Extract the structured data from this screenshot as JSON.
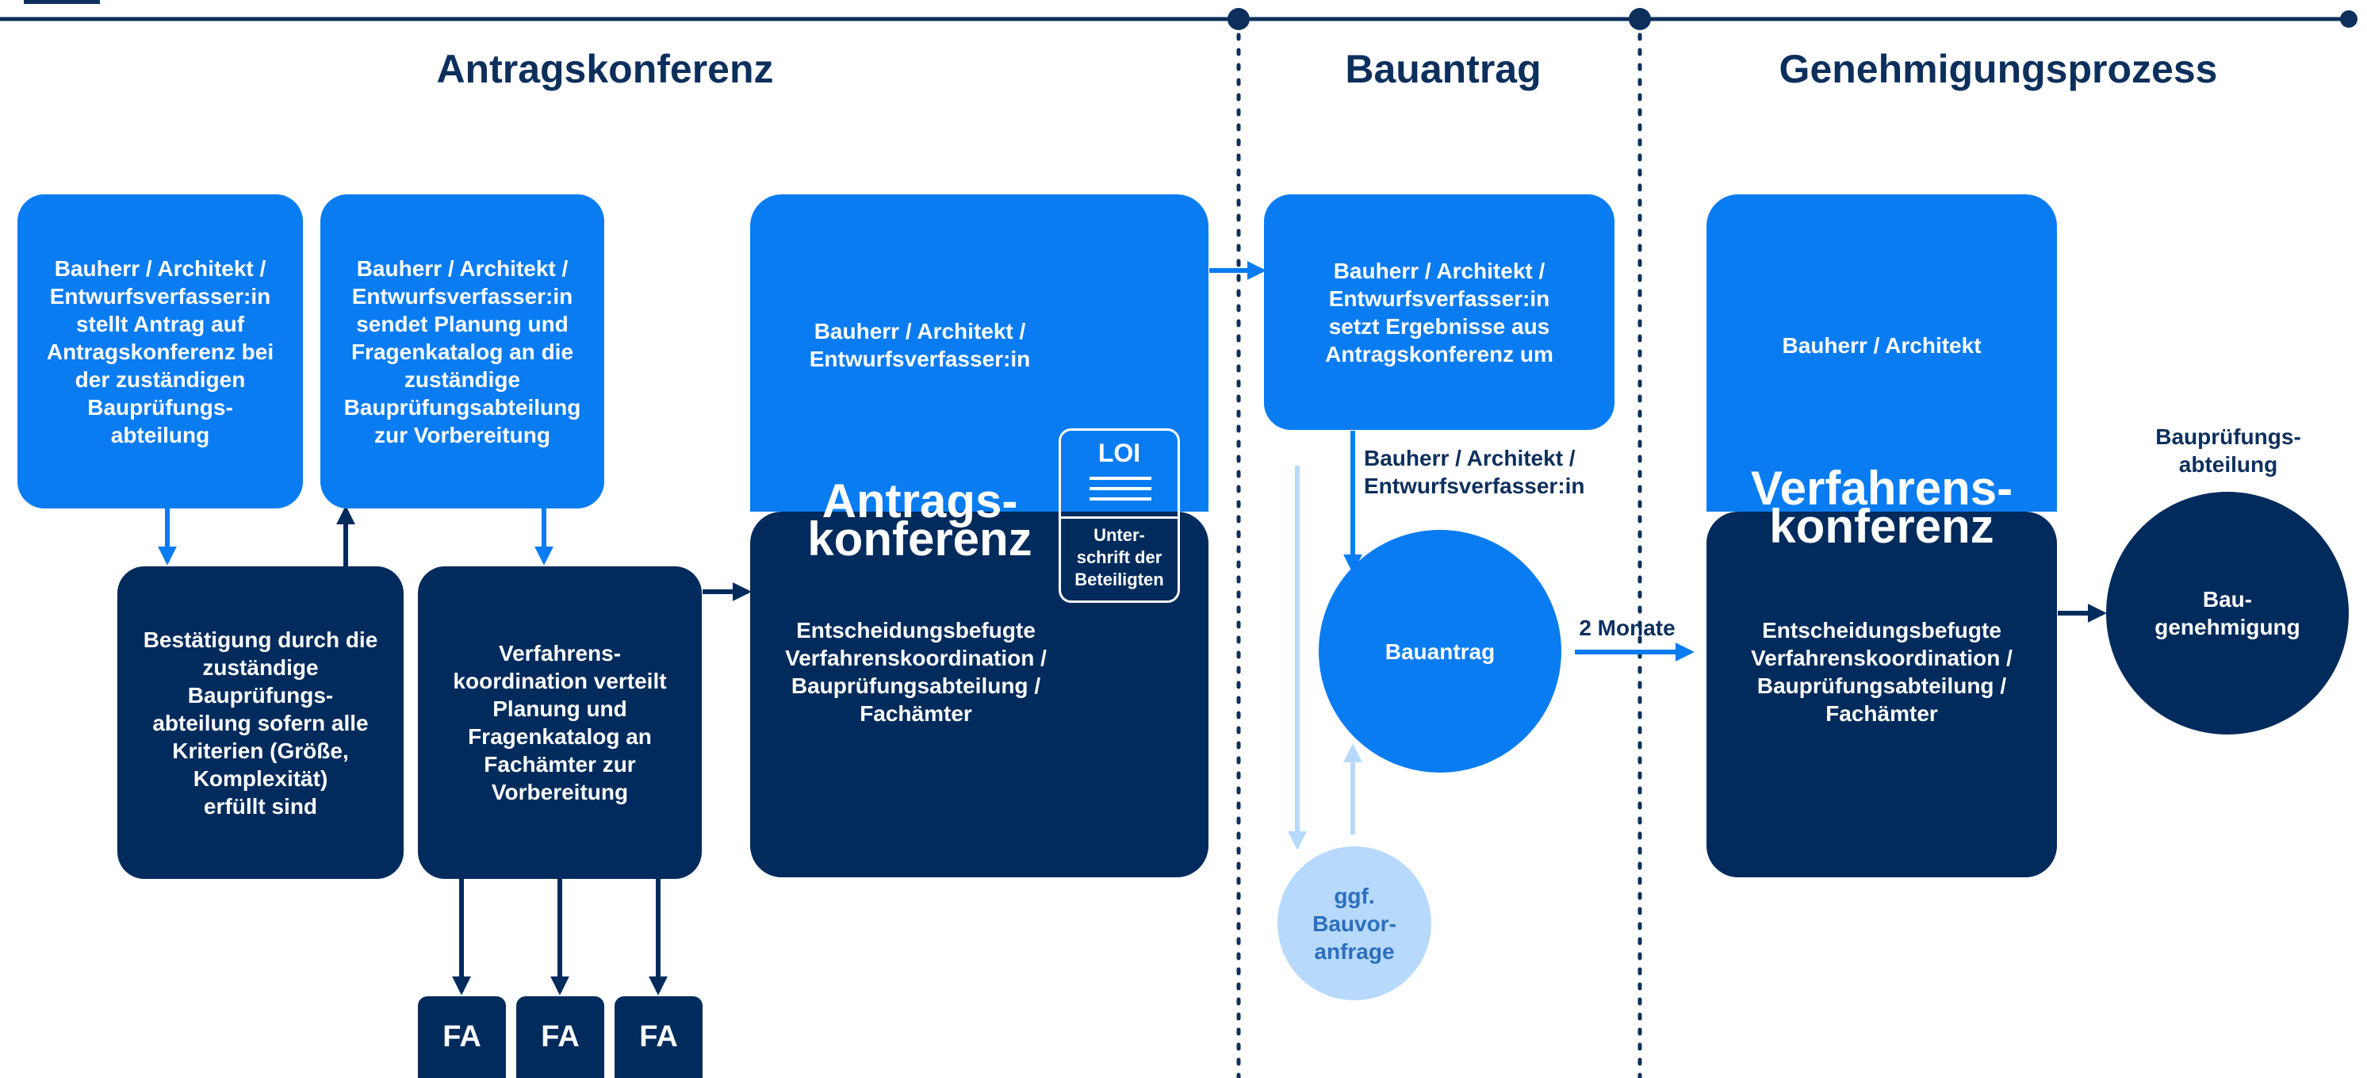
{
  "phases": {
    "antragskonferenz": "Antragskonferenz",
    "bauantrag": "Bauantrag",
    "genehmigungsprozess": "Genehmigungsprozess"
  },
  "antrag_steps": {
    "stellt_antrag": "Bauherr / Architekt /\nEntwurfsverfasser:in\nstellt Antrag auf\nAntragskonferenz bei\nder zuständigen\nBauprüfungs-\nabteilung",
    "sendet_planung": "Bauherr / Architekt /\nEntwurfsverfasser:in\nsendet Planung und\nFragenkatalog an die\nzuständige\nBauprüfungsabteilung\nzur Vorbereitung",
    "bestaetigung": "Bestätigung durch die\nzuständige\nBauprüfungs-\nabteilung sofern alle\nKriterien (Größe,\nKomplexität)\nerfüllt sind",
    "verfahrenskoordination": "Verfahrens-\nkoordination verteilt\nPlanung und\nFragenkatalog an\nFachämter zur\nVorbereitung",
    "fa_labels": [
      "FA",
      "FA",
      "FA"
    ]
  },
  "antragskonferenz_block": {
    "top_text": "Bauherr / Architekt /\nEntwurfsverfasser:in",
    "title": "Antrags-\nkonferenz",
    "bottom_text": "Entscheidungsbefugte\nVerfahrenskoordination /\nBauprüfungsabteilung /\nFachämter",
    "loi_title": "LOI",
    "loi_caption": "Unter-\nschrift der\nBeteiligten"
  },
  "bauantrag_block": {
    "umsetzung": "Bauherr / Architekt /\nEntwurfsverfasser:in\nsetzt Ergebnisse aus\nAntragskonferenz um",
    "arrow_label": "Bauherr / Architekt /\nEntwurfsverfasser:in",
    "circle": "Bauantrag",
    "vorfrage": "ggf.\nBauvor-\nanfrage"
  },
  "genehmigung_block": {
    "duration_label": "2 Monate",
    "top_text": "Bauherr / Architekt",
    "title": "Verfahrens-\nkonferenz",
    "bottom_text": "Entscheidungsbefugte\nVerfahrenskoordination /\nBauprüfungsabteilung /\nFachämter",
    "dept_label": "Bauprüfungs-\nabteilung",
    "result": "Bau-\ngenehmigung"
  },
  "colors": {
    "light_blue": "#0a7cf2",
    "dark_navy": "#002b5c",
    "pale_blue": "#b7d9fb",
    "heading_navy": "#0d2f5c"
  }
}
